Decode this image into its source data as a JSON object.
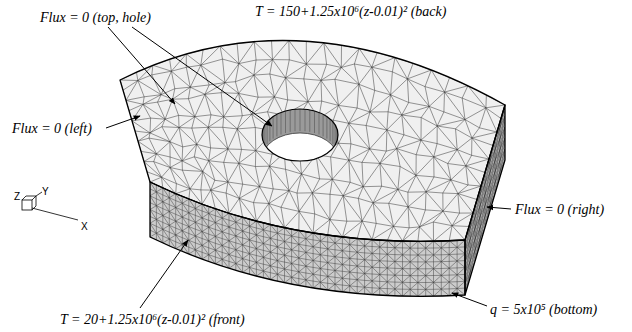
{
  "diagram": {
    "labels": [
      "Flux = 0 (top, hole)",
      "T = 150+1.25x10⁶(z-0.01)² (back)",
      "Flux = 0 (left)",
      "Flux = 0 (right)",
      "q = 5x10⁵ (bottom)",
      "T = 20+1.25x10⁶(z-0.01)² (front)",
      "Z",
      "Y",
      "X"
    ]
  }
}
